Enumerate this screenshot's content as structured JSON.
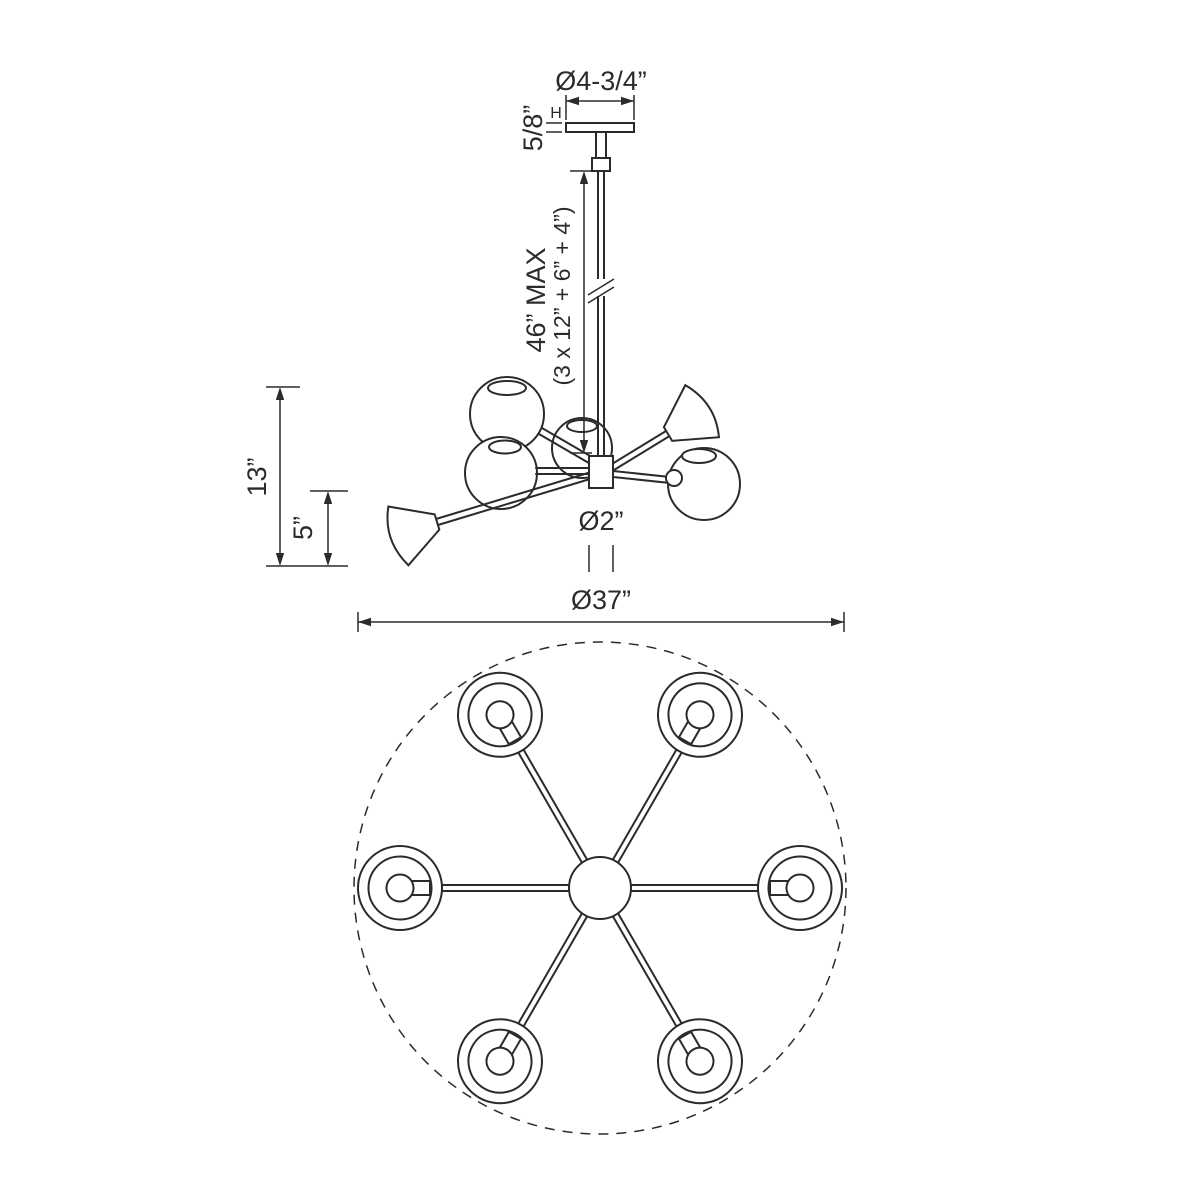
{
  "drawing": {
    "kind": "chandelier-dimension-drawing",
    "side_view": {
      "canopy_diameter_label": "Ø4-3/4”",
      "canopy_height_label": "5/8”",
      "canopy_height_unit": "H",
      "rod_length_label": "46” MAX",
      "rod_length_detail": "(3 x 12” + 6” + 4”)",
      "body_height_label": "13”",
      "shade_height_label": "5”",
      "hub_diameter_label": "Ø2”"
    },
    "plan_view": {
      "fixture_diameter_label": "Ø37”"
    },
    "colors": {
      "line": "#2b2b2b",
      "background": "#ffffff"
    }
  }
}
